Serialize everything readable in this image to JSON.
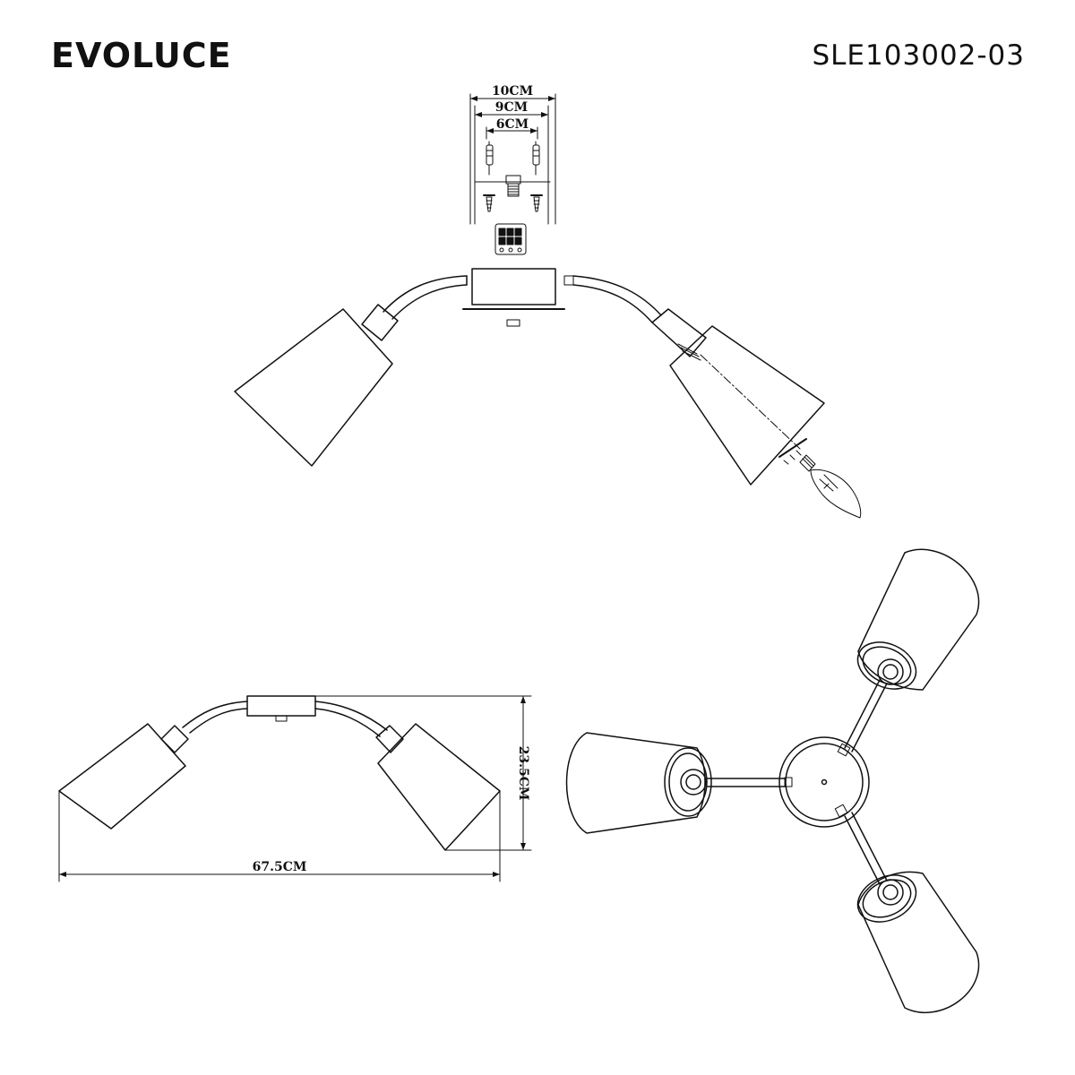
{
  "header": {
    "brand": "EVOLUCE",
    "model": "SLE103002-03"
  },
  "dimensions": {
    "mount_outer": "10CM",
    "mount_middle": "9CM",
    "mount_inner": "6CM",
    "total_width": "67.5CM",
    "total_height": "23.5CM"
  },
  "views": [
    "exploded-assembly-view",
    "side-elevation-view",
    "top-plan-view"
  ]
}
